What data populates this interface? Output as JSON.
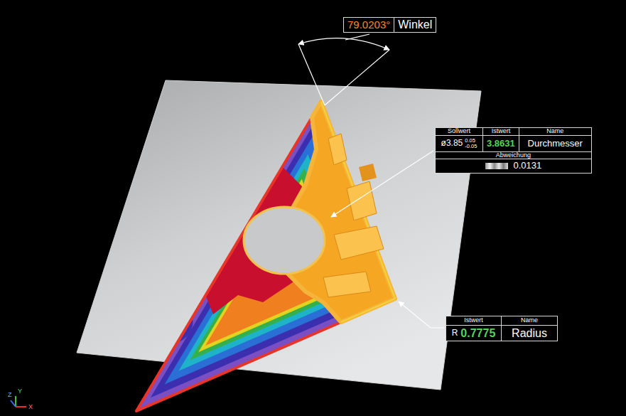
{
  "diagram": {
    "nodes": [
      {
        "text": [
          "79.0203°",
          "Winkel"
        ]
      },
      {
        "text": [
          "Sollwert",
          "Istwert",
          "Name",
          "ø3.85",
          "0.05",
          "-0.05",
          "3.8631",
          "Durchmesser",
          "Abweichung",
          "0.0131"
        ]
      },
      {
        "text": [
          "Istwert",
          "Name",
          "R",
          "0.7775",
          "Radius"
        ]
      }
    ],
    "labels": [
      "Z",
      "Y",
      "X"
    ]
  }
}
